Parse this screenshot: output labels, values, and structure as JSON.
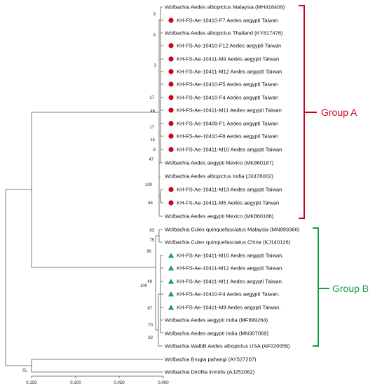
{
  "colors": {
    "group_a": "#d0021b",
    "group_b": "#14a04b",
    "branch": "#555555",
    "marker_circle": "#d0021b",
    "marker_triangle": "#18a05a"
  },
  "groups": {
    "group_a": {
      "label": "Group A"
    },
    "group_b": {
      "label": "Group B"
    }
  },
  "leaves": [
    {
      "label": "Wolbachia Aedes albopictus Malaysia (MH418409)",
      "marker": "none"
    },
    {
      "label": "KH-FS-Ae-10410-F7 Aedes aegypti Taiwan",
      "marker": "circle"
    },
    {
      "label": "Wolbachia Aedes albopictus Thailand (KY817476)",
      "marker": "none"
    },
    {
      "label": "KH-FS-Ae-10410-F12 Aedes aegypti Taiwan",
      "marker": "circle"
    },
    {
      "label": "KH-FS-Ae-10411-M9 Aedes aegypti Taiwan",
      "marker": "circle"
    },
    {
      "label": "KH-FS-Ae-10411-M12 Aedes aegypti Taiwan",
      "marker": "circle"
    },
    {
      "label": "KH-FS-Ae-10410-F5 Aedes aegypti Taiwan",
      "marker": "circle"
    },
    {
      "label": "KH-FS-Ae-10410-F4 Aedes aegypti Taiwan",
      "marker": "circle"
    },
    {
      "label": "KH-FS-Ae-10411-M11 Aedes aegypti Taiwan",
      "marker": "circle"
    },
    {
      "label": "KH-FS-Ae-10409-F1 Aedes aegypti Taiwan",
      "marker": "circle"
    },
    {
      "label": "KH-FS-Ae-10410-F8 Aedes aegypti Taiwan",
      "marker": "circle"
    },
    {
      "label": "KH-FS-Ae-10411-M10 Aedes aegypti Taiwan",
      "marker": "circle"
    },
    {
      "label": "Wolbachia Aedes aegypti Mexico (MK860187)",
      "marker": "none"
    },
    {
      "label": "Wolbachia Aedes albopictus India (JX476002)",
      "marker": "none"
    },
    {
      "label": "KH-FS-Ae-10411-M13 Aedes aegypti Taiwan",
      "marker": "circle"
    },
    {
      "label": "KH-FS-Ae-10411-M5 Aedes aegypti Taiwan",
      "marker": "circle"
    },
    {
      "label": "Wolbachia Aedes aegypti Mexico (MK860186)",
      "marker": "none"
    },
    {
      "label": "Wolbachia Culex quinquefasciatus Malaysia (MN893360)",
      "marker": "none"
    },
    {
      "label": "Wolbachia Culex quinquefasciatus China (KJ140126)",
      "marker": "none"
    },
    {
      "label": "KH-FS-Ae-10411-M10 Aedes aegypti Taiwan.",
      "marker": "triangle"
    },
    {
      "label": "KH-FS-Ae-10411-M12 Aedes aegypti Taiwan.",
      "marker": "triangle"
    },
    {
      "label": "KH-FS-Ae-10411-M11 Aedes aegypti Taiwan.",
      "marker": "triangle"
    },
    {
      "label": "KH-FS-Ae-10410-F4 Aedes aegypti Taiwan.",
      "marker": "triangle"
    },
    {
      "label": "KH-FS-Ae-10411-M9 Aedes aegypti Taiwan.",
      "marker": "triangle"
    },
    {
      "label": "Wolbachia Aedes aegypti India (MF999264)",
      "marker": "none"
    },
    {
      "label": "Wolbachia Aedes aegypti India (MN307069)",
      "marker": "none"
    },
    {
      "label": "Wolbachia WalbB Aedes albopictus USA (AF020059)",
      "marker": "none"
    },
    {
      "label": "Wolbachia Brugia pahangi (AY527207)",
      "marker": "none"
    },
    {
      "label": "Wolbachia Dirofila immitis (AJ252062)",
      "marker": "none"
    }
  ],
  "bootstrap": [
    "9",
    "6",
    "3",
    "17",
    "46",
    "17",
    "15",
    "6",
    "47",
    "100",
    "64",
    "63",
    "75",
    "90",
    "49",
    "100",
    "67",
    "70",
    "82",
    "75"
  ],
  "scale": {
    "ticks": [
      "0.150",
      "0.100",
      "0.050",
      "0.000"
    ]
  }
}
